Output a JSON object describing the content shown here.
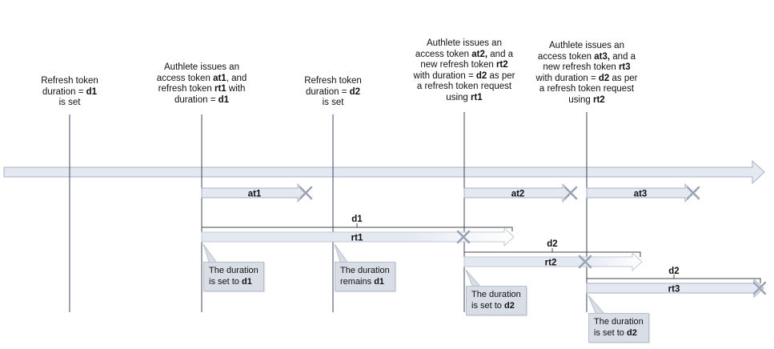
{
  "timeline_labels": [
    {
      "id": "t1",
      "lines": [
        [
          "Refresh token"
        ],
        [
          "duration = ",
          {
            "b": "d1"
          }
        ],
        [
          "is set"
        ]
      ]
    },
    {
      "id": "t2",
      "lines": [
        [
          "Authlete issues an"
        ],
        [
          "access token ",
          {
            "b": "at1"
          },
          ", and"
        ],
        [
          "refresh token ",
          {
            "b": "rt1"
          },
          " with"
        ],
        [
          "duration = ",
          {
            "b": "d1"
          }
        ]
      ]
    },
    {
      "id": "t3",
      "lines": [
        [
          "Refresh token"
        ],
        [
          "duration = ",
          {
            "b": "d2"
          }
        ],
        [
          "is set"
        ]
      ]
    },
    {
      "id": "t4",
      "lines": [
        [
          "Authlete issues an"
        ],
        [
          "access token ",
          {
            "b": "at2,"
          },
          " and a"
        ],
        [
          "new refresh token ",
          {
            "b": "rt2"
          }
        ],
        [
          "with duration = ",
          {
            "b": "d2"
          },
          " as per"
        ],
        [
          "a refresh token request"
        ],
        [
          "using ",
          {
            "b": "rt1"
          }
        ]
      ]
    },
    {
      "id": "t5",
      "lines": [
        [
          "Authlete issues an"
        ],
        [
          "access token ",
          {
            "b": "at3,"
          },
          " and a"
        ],
        [
          "new refresh token ",
          {
            "b": "rt3"
          }
        ],
        [
          "with duration = ",
          {
            "b": "d2"
          },
          " as per"
        ],
        [
          "a refresh token request"
        ],
        [
          "using ",
          {
            "b": "rt2"
          }
        ]
      ]
    }
  ],
  "tokens": {
    "at1": "at1",
    "at2": "at2",
    "at3": "at3",
    "rt1": "rt1",
    "rt2": "rt2",
    "rt3": "rt3"
  },
  "brackets": {
    "d1": "d1",
    "d2_rt2": "d2",
    "d2_rt3": "d2"
  },
  "callouts": [
    {
      "id": "c1",
      "lines": [
        [
          "The duration"
        ],
        [
          "is set to ",
          {
            "b": "d1"
          }
        ]
      ]
    },
    {
      "id": "c2",
      "lines": [
        [
          "The duration"
        ],
        [
          "remains ",
          {
            "b": "d1"
          }
        ]
      ]
    },
    {
      "id": "c3",
      "lines": [
        [
          "The duration"
        ],
        [
          "is set to ",
          {
            "b": "d2"
          }
        ]
      ]
    },
    {
      "id": "c4",
      "lines": [
        [
          "The duration"
        ],
        [
          "is set to ",
          {
            "b": "d2"
          }
        ]
      ]
    }
  ],
  "colors": {
    "bar_fill": "#e3e8f1",
    "bar_stroke": "#a9b2c3",
    "vline": "#3c4464",
    "cross": "#9aa3b5",
    "callout_fill": "#d9dde6"
  }
}
